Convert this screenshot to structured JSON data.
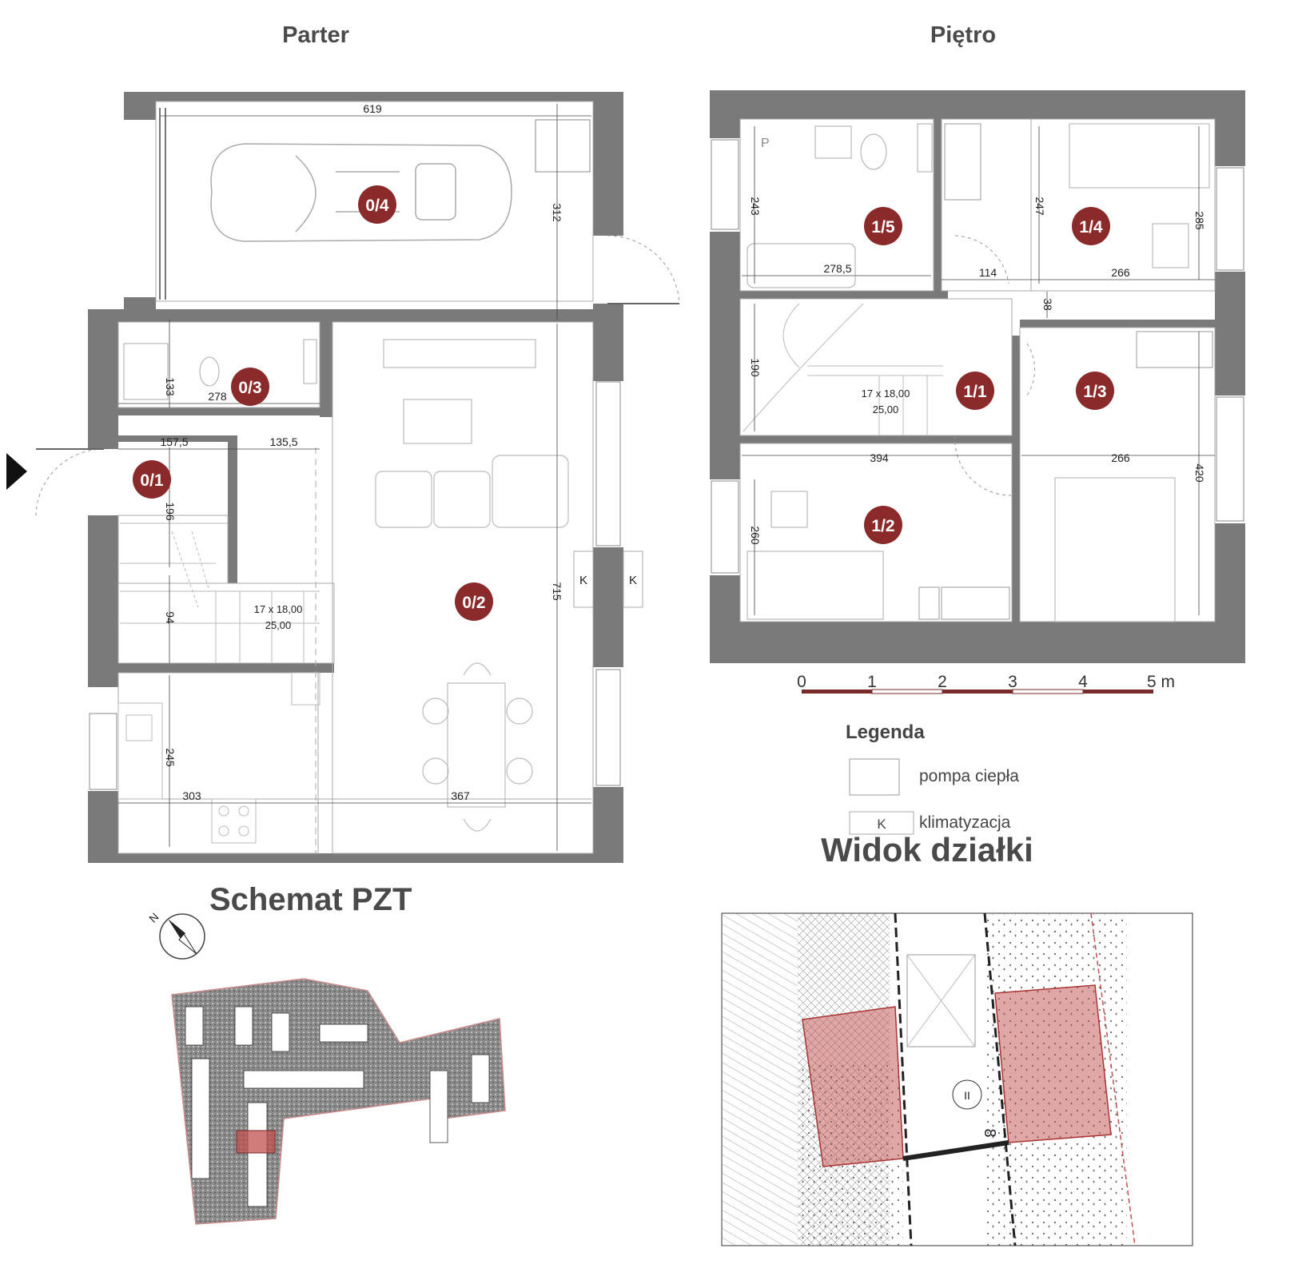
{
  "headings": {
    "parter": "Parter",
    "pietro": "Piętro",
    "widok": "Widok działki",
    "schemat": "Schemat PZT"
  },
  "rooms": {
    "r01": "0/1",
    "r02": "0/2",
    "r03": "0/3",
    "r04": "0/4",
    "r11": "1/1",
    "r12": "1/2",
    "r13": "1/3",
    "r14": "1/4",
    "r15": "1/5"
  },
  "dimensions": {
    "d619": "619",
    "d312": "312",
    "d133": "133",
    "d278": "278",
    "d1575": "157,5",
    "d1355": "135,5",
    "d196": "196",
    "d94": "94",
    "d245": "245",
    "d303": "303",
    "d367": "367",
    "d715": "715",
    "stairs_ground_a": "17 x 18,00",
    "stairs_ground_b": "25,00",
    "d243": "243",
    "d2785": "278,5",
    "d247": "247",
    "d285": "285",
    "d114": "114",
    "d266a": "266",
    "d38": "38",
    "d190": "190",
    "stairs_upper_a": "17 x 18,00",
    "stairs_upper_b": "25,00",
    "d394": "394",
    "d266b": "266",
    "d420": "420",
    "d260": "260"
  },
  "marks": {
    "k1": "K",
    "k2": "K",
    "p": "P"
  },
  "scale": {
    "t0": "0",
    "t1": "1",
    "t2": "2",
    "t3": "3",
    "t4": "4",
    "t5": "5 m"
  },
  "legend": {
    "title": "Legenda",
    "heat_pump": "pompa ciepła",
    "ac_mark": "K",
    "ac": "klimatyzacja"
  },
  "site": {
    "num": "8",
    "sym": "II"
  },
  "compass": "N",
  "colors": {
    "wall": "#7a7a7a",
    "badge": "#8b2a2a",
    "highlight": "#c98a8a",
    "line": "#9a9a9a"
  }
}
